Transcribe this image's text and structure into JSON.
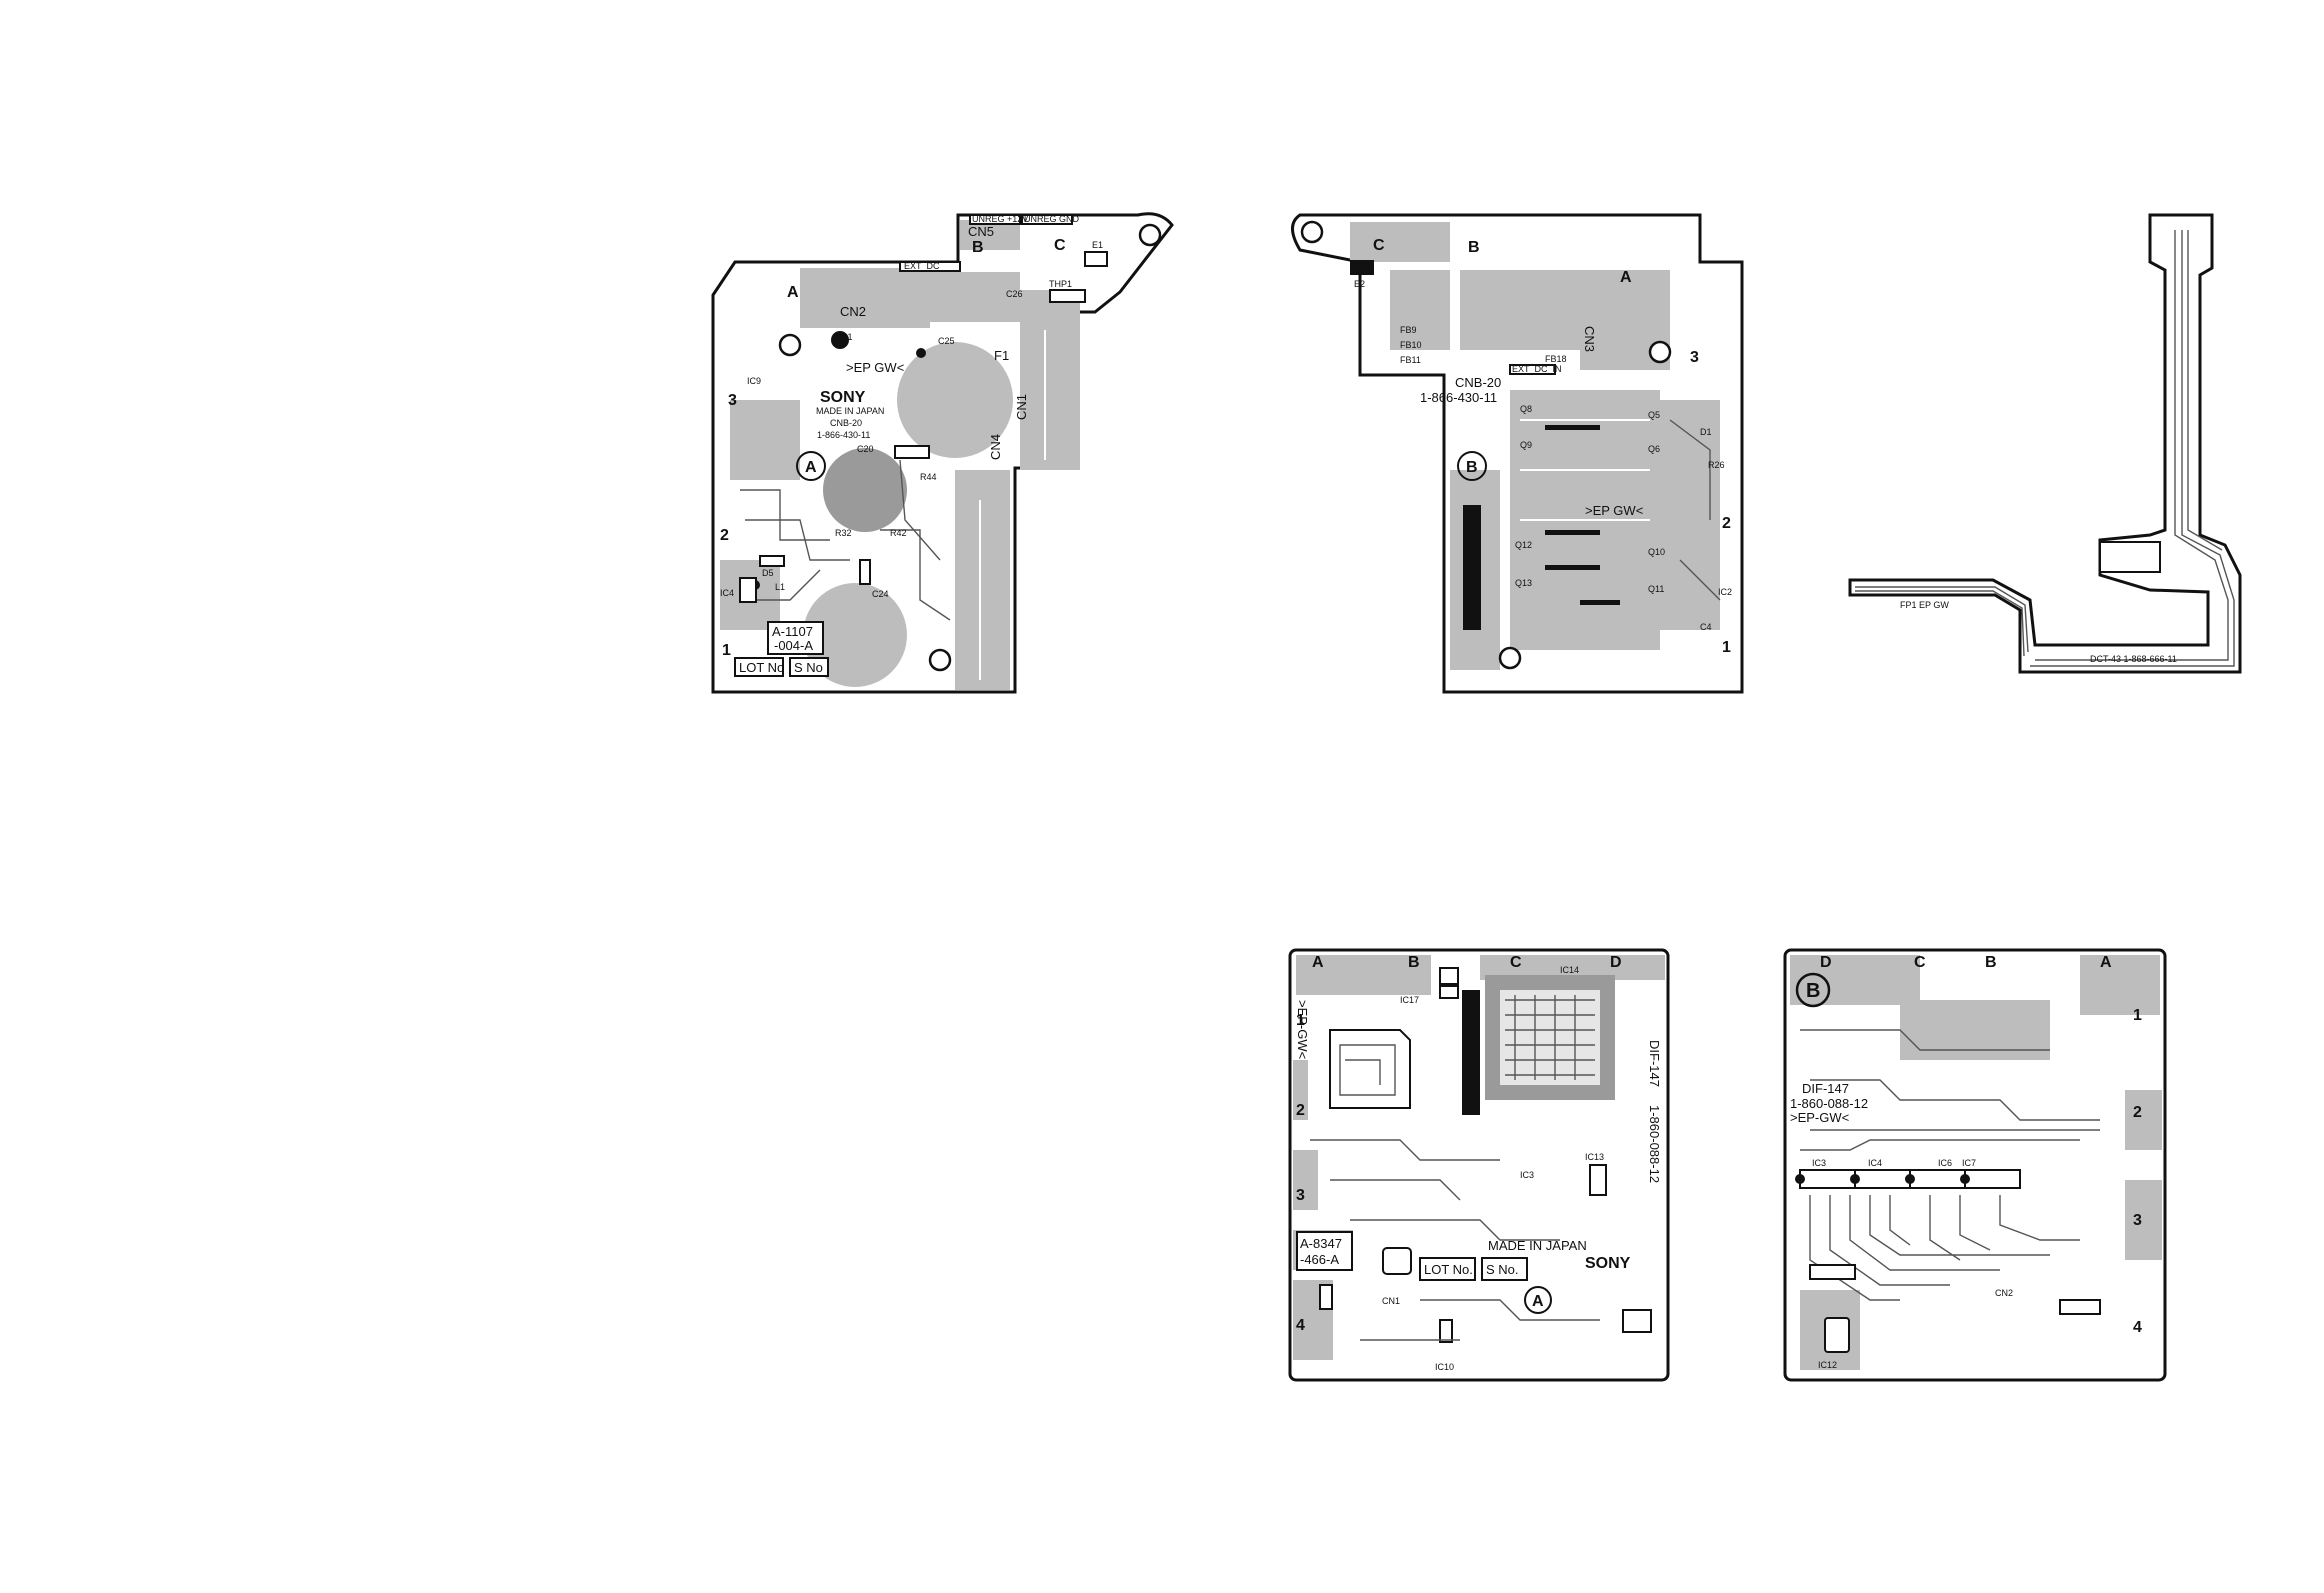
{
  "cnb_side_a": {
    "cn5": "CN5",
    "b": "B",
    "c": "C",
    "a": "A",
    "e1": "E1",
    "cn2": "CN2",
    "c26": "C26",
    "thp1": "THP1",
    "fb1": "FB1",
    "c25": "C25",
    "f1": "F1",
    "cn1": "CN1",
    "cn4": "CN4",
    "ep_gw": ">EP GW<",
    "sony": "SONY",
    "made_in_japan": "MADE IN JAPAN",
    "board_name": "CNB-20",
    "board_number": "1-866-430-11",
    "c20": "C20",
    "c24": "C24",
    "ic9": "IC9",
    "ic4": "IC4",
    "d5": "D5",
    "l1": "L1",
    "r32": "R32",
    "r42": "R42",
    "r44": "R44",
    "side_mark": "A",
    "assy_number_1": "A-1107",
    "assy_number_2": "-004-A",
    "lot_no": "LOT No",
    "s_no": "S No",
    "unreg_12v": "UNREG +12V",
    "unreg_gnd": "UNREG GND",
    "ext_dc": "EXT_DC",
    "num1": "1",
    "num2": "2",
    "num3": "3"
  },
  "cnb_side_b": {
    "c": "C",
    "b": "B",
    "a": "A",
    "e2": "E2",
    "cn3": "CN3",
    "board_name": "CNB-20",
    "board_number": "1-866-430-11",
    "ep_gw": ">EP GW<",
    "side_mark": "B",
    "fb9": "FB9",
    "fb10": "FB10",
    "fb11": "FB11",
    "fb18": "FB18",
    "ext_dc_in": "EXT_DC_IN",
    "q5": "Q5",
    "q6": "Q6",
    "q8": "Q8",
    "q9": "Q9",
    "q10": "Q10",
    "q11": "Q11",
    "q12": "Q12",
    "q13": "Q13",
    "d1": "D1",
    "r26": "R26",
    "c4": "C4",
    "ic2": "IC2",
    "num1": "1",
    "num2": "2",
    "num3": "3"
  },
  "flex": {
    "label": "FP1 EP GW",
    "label2": "DCT-43  1-868-666-11"
  },
  "dif_side_a": {
    "a": "A",
    "b": "B",
    "c": "C",
    "d": "D",
    "ic14": "IC14",
    "ic17": "IC17",
    "ic13": "IC13",
    "ic3": "IC3",
    "ic10": "IC10",
    "cn1": "CN1",
    "ep_gw": ">EP-GW<",
    "board_name": "DIF-147",
    "board_number": "1-860-088-12",
    "made_in_japan": "MADE IN JAPAN",
    "sony": "SONY",
    "lot_no": "LOT No.",
    "s_no": "S No.",
    "assy_number_1": "A-8347",
    "assy_number_2": "-466-A",
    "side_mark": "A",
    "num1": "1",
    "num2": "2",
    "num3": "3",
    "num4": "4"
  },
  "dif_side_b": {
    "d": "D",
    "c": "C",
    "b": "B",
    "a": "A",
    "side_mark": "B",
    "board_name": "DIF-147",
    "board_number": "1-860-088-12",
    "ep_gw": ">EP-GW<",
    "ic3": "IC3",
    "ic4": "IC4",
    "ic6": "IC6",
    "ic7": "IC7",
    "ic12": "IC12",
    "cn2": "CN2",
    "num1": "1",
    "num2": "2",
    "num3": "3",
    "num4": "4"
  }
}
